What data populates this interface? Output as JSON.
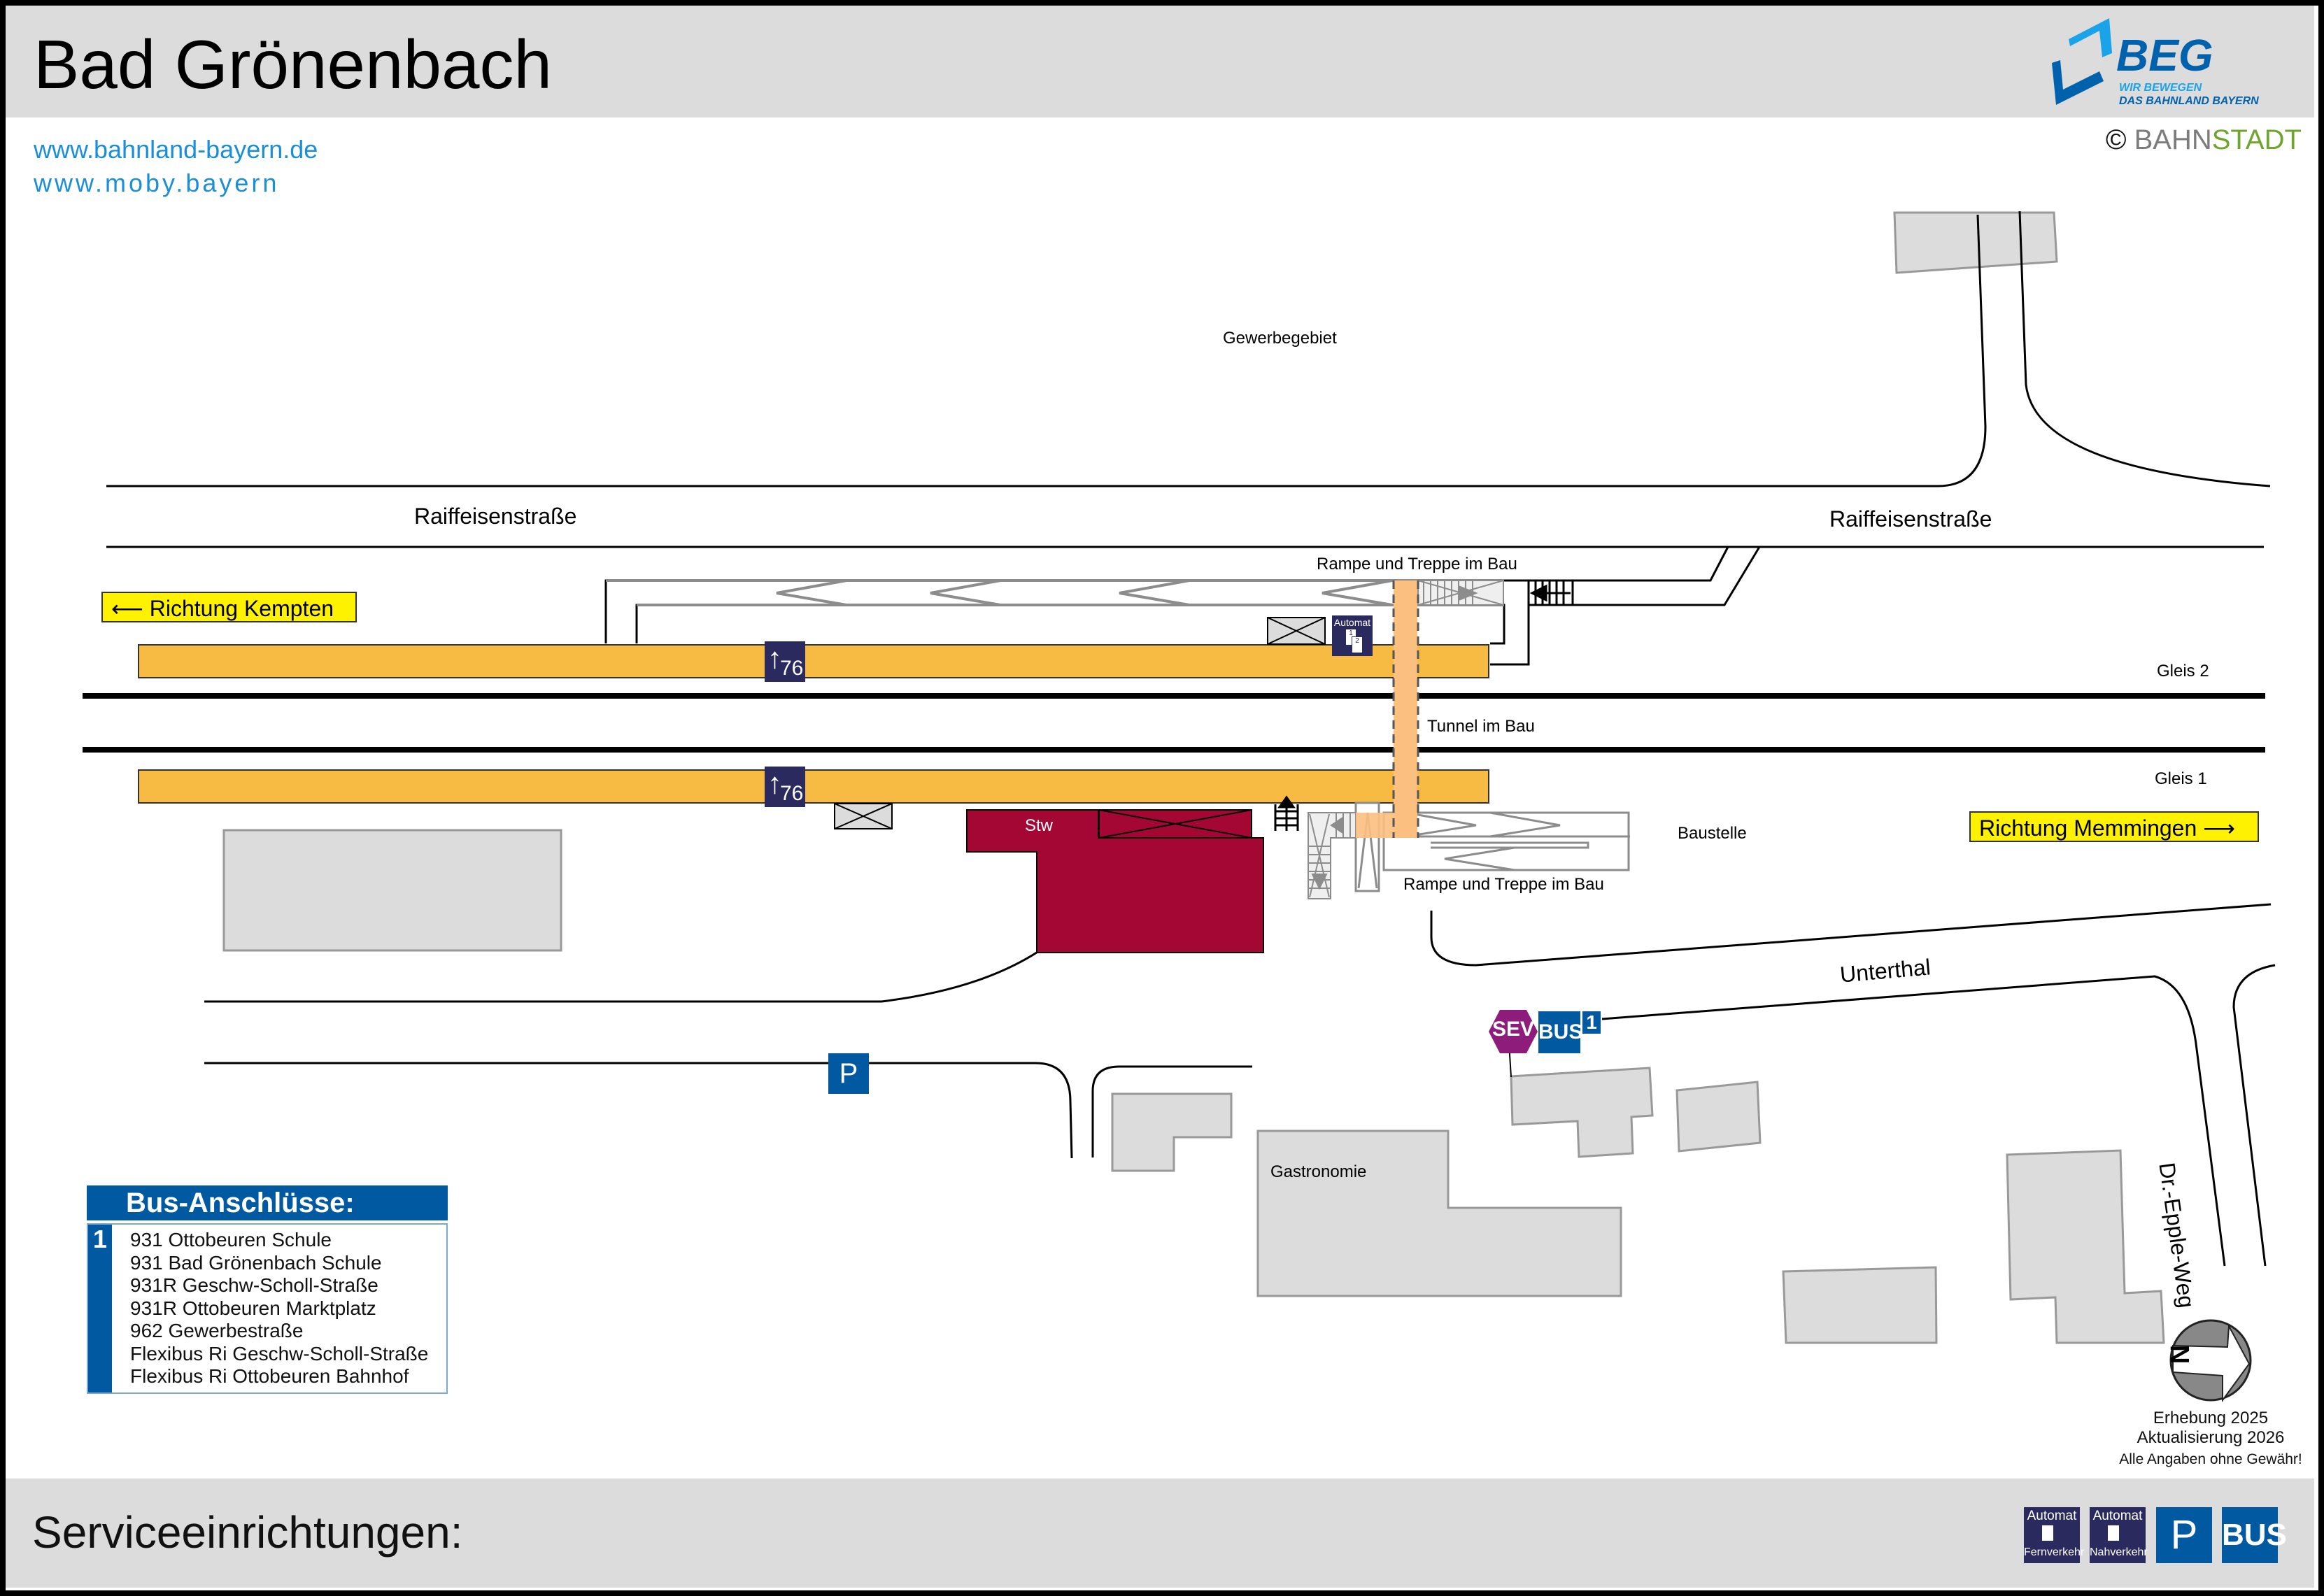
{
  "header": {
    "title": "Bad Grönenbach",
    "logo": {
      "name": "BEG",
      "tagline_1": "WIR BEWEGEN",
      "tagline_2": "DAS BAHNLAND BAYERN"
    },
    "links": [
      "www.bahnland-bayern.de",
      "www.moby.bayern"
    ],
    "copyright": {
      "symbol": "©",
      "part1": "BAHN",
      "part2": "STADT"
    }
  },
  "map": {
    "area_label": "Gewerbegebiet",
    "streets": {
      "raiffeisen_left": "Raiffeisenstraße",
      "raiffeisen_right": "Raiffeisenstraße",
      "unterthal": "Unterthal",
      "dr_epple_weg": "Dr.-Epple-Weg"
    },
    "construction_top": "Rampe und Treppe im Bau",
    "construction_bottom": "Rampe und Treppe im Bau",
    "tunnel": "Tunnel im Bau",
    "baustelle": "Baustelle",
    "tracks": {
      "gleis2": "Gleis 2",
      "gleis1": "Gleis 1"
    },
    "platform_height_sign": "76",
    "ticket_machine": {
      "label": "Automat",
      "n1": "1",
      "n2": "2"
    },
    "signal_box": "Stw",
    "gastronomie": "Gastronomie",
    "directions": {
      "left": "Richtung Kempten",
      "right": "Richtung Memmingen"
    },
    "parking_label": "P",
    "bus_stop": {
      "sev": "SEV",
      "bus": "BUS",
      "number": "1"
    },
    "compass": {
      "letter": "N"
    },
    "colors": {
      "platform": "#f7bb43",
      "tunnel": "#fbbf80",
      "signal_box": "#a50734",
      "building": "#dcdcdc",
      "sign_navy": "#2b2a5f",
      "sign_blue": "#0059a1",
      "sev_purple": "#8e1c7b",
      "direction_yellow": "#fff200"
    }
  },
  "bus_connections": {
    "title": "Bus-Anschlüsse:",
    "stop_number": "1",
    "lines": [
      "931 Ottobeuren Schule",
      "931 Bad Grönenbach Schule",
      "931R Geschw-Scholl-Straße",
      "931R Ottobeuren Marktplatz",
      "962 Gewerbestraße",
      "Flexibus Ri Geschw-Scholl-Straße",
      "Flexibus Ri Ottobeuren Bahnhof"
    ]
  },
  "notes": {
    "survey": "Erhebung 2025",
    "update": "Aktualisierung 2026",
    "disclaimer": "Alle Angaben ohne Gewähr!"
  },
  "footer": {
    "title": "Serviceeinrichtungen:",
    "services": [
      {
        "icon": "ticket-machine-long-distance-icon",
        "label": "Automat",
        "sub": "Fernverkehr"
      },
      {
        "icon": "ticket-machine-regional-icon",
        "label": "Automat",
        "sub": "Nahverkehr"
      },
      {
        "icon": "parking-icon",
        "label": "P"
      },
      {
        "icon": "bus-icon",
        "label": "BUS"
      }
    ]
  }
}
